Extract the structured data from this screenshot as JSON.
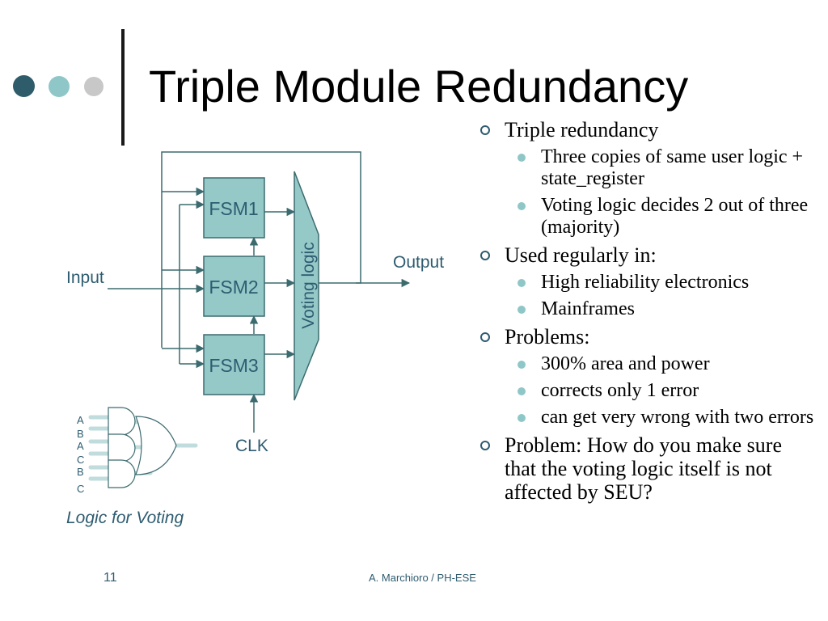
{
  "title": "Triple Module Redundancy",
  "colors": {
    "dark_dot": "#2e5c6a",
    "mid_dot": "#8fc7c8",
    "light_dot": "#c8c8c8",
    "fsm_fill": "#95c9c8",
    "line": "#3c6b6f",
    "label": "#2e5c70"
  },
  "diagram": {
    "input_label": "Input",
    "output_label": "Output",
    "voting_label": "Voting logic",
    "clk_label": "CLK",
    "fsm1": "FSM1",
    "fsm2": "FSM2",
    "fsm3": "FSM3",
    "gate_inputs": [
      "A",
      "B",
      "A",
      "C",
      "B",
      "C"
    ],
    "caption": "Logic for Voting"
  },
  "bullets": {
    "triple": "Triple redundancy",
    "triple_sub1": "Three copies of same user logic + state_register",
    "triple_sub2": "Voting logic decides 2 out of three (majority)",
    "used": "Used regularly in:",
    "used_sub1": "High reliability electronics",
    "used_sub2": "Mainframes",
    "problems": "Problems:",
    "problems_sub1": "300% area and power",
    "problems_sub2": "corrects only 1 error",
    "problems_sub3": "can get very wrong with two errors",
    "problem_q": "Problem: How do you make sure that the voting logic itself is not affected by SEU?"
  },
  "footer": {
    "page_number": "11",
    "author": "A. Marchioro / PH-ESE"
  }
}
